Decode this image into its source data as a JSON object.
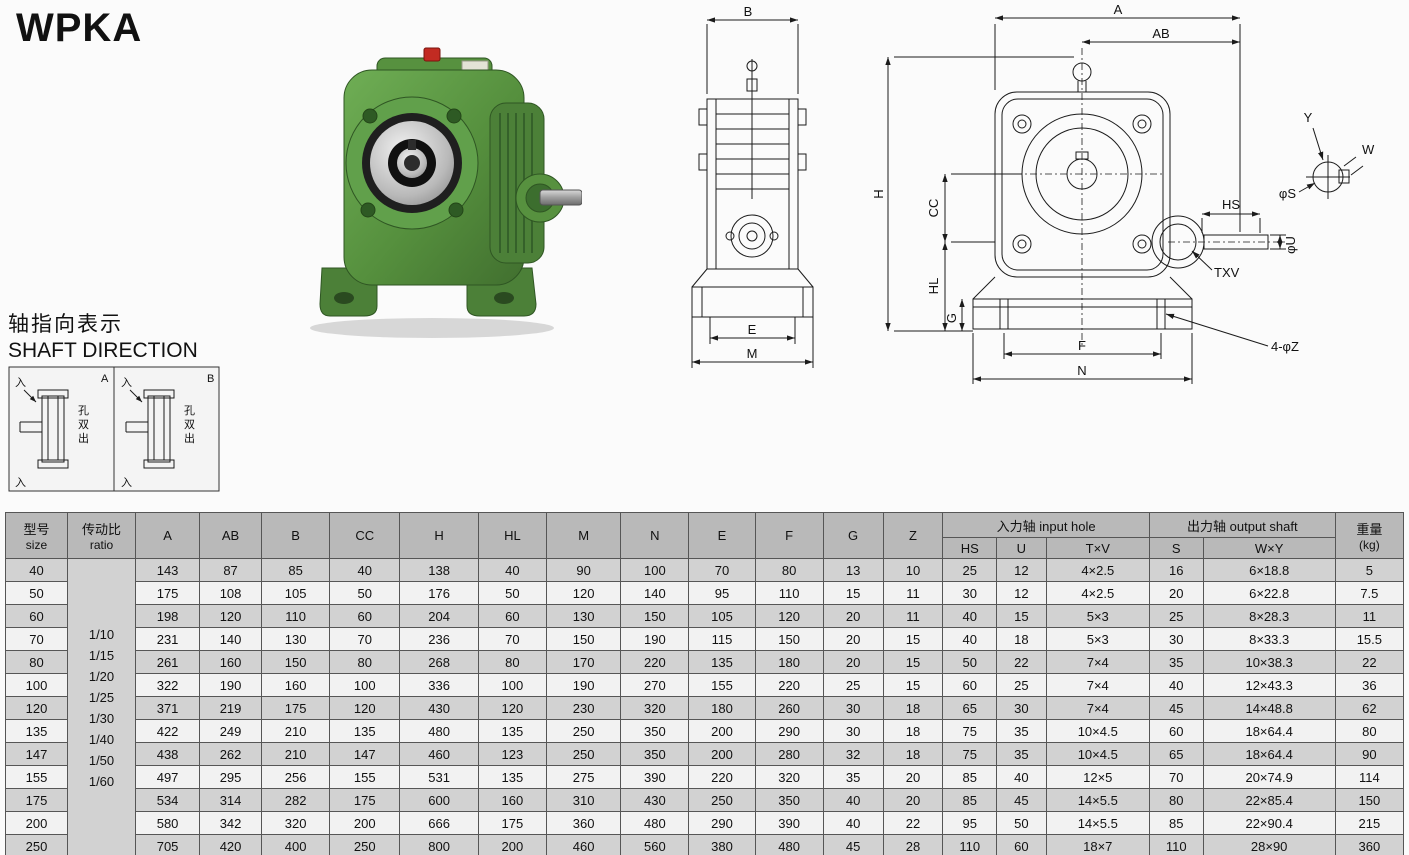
{
  "title": "WPKA",
  "shaft_direction": {
    "heading_cn": "轴指向表示",
    "heading_en": "SHAFT DIRECTION",
    "panel_a": {
      "label": "A",
      "in_top": "入",
      "in_bottom": "入",
      "side_chars": [
        "孔",
        "双",
        "出"
      ]
    },
    "panel_b": {
      "label": "B",
      "in_top": "入",
      "in_bottom": "入",
      "side_chars": [
        "孔",
        "双",
        "出"
      ]
    }
  },
  "drawings": {
    "side_view": {
      "b": "B",
      "e": "E",
      "m": "M"
    },
    "front_view": {
      "a": "A",
      "ab": "AB",
      "h": "H",
      "cc": "CC",
      "hl": "HL",
      "g": "G",
      "f": "F",
      "n": "N",
      "z": "4-φZ",
      "hs": "HS",
      "u": "φU",
      "txv": "TXV",
      "detail_y": "Y",
      "detail_w": "W",
      "detail_s": "φS"
    }
  },
  "table": {
    "headers": {
      "size_cn": "型号",
      "size_en": "size",
      "ratio_cn": "传动比",
      "ratio_en": "ratio",
      "dims": [
        "A",
        "AB",
        "B",
        "CC",
        "H",
        "HL",
        "M",
        "N",
        "E",
        "F",
        "G",
        "Z"
      ],
      "input_group": "入力轴 input hole",
      "input_sub": [
        "HS",
        "U",
        "T×V"
      ],
      "output_group": "出力轴 output shaft",
      "output_sub": [
        "S",
        "W×Y"
      ],
      "weight_cn": "重量",
      "weight_unit": "(kg)"
    },
    "ratios": [
      "1/10",
      "1/15",
      "1/20",
      "1/25",
      "1/30",
      "1/40",
      "1/50",
      "1/60"
    ],
    "rows": [
      [
        "40",
        "143",
        "87",
        "85",
        "40",
        "138",
        "40",
        "90",
        "100",
        "70",
        "80",
        "13",
        "10",
        "25",
        "12",
        "4×2.5",
        "16",
        "6×18.8",
        "5"
      ],
      [
        "50",
        "175",
        "108",
        "105",
        "50",
        "176",
        "50",
        "120",
        "140",
        "95",
        "110",
        "15",
        "11",
        "30",
        "12",
        "4×2.5",
        "20",
        "6×22.8",
        "7.5"
      ],
      [
        "60",
        "198",
        "120",
        "110",
        "60",
        "204",
        "60",
        "130",
        "150",
        "105",
        "120",
        "20",
        "11",
        "40",
        "15",
        "5×3",
        "25",
        "8×28.3",
        "11"
      ],
      [
        "70",
        "231",
        "140",
        "130",
        "70",
        "236",
        "70",
        "150",
        "190",
        "115",
        "150",
        "20",
        "15",
        "40",
        "18",
        "5×3",
        "30",
        "8×33.3",
        "15.5"
      ],
      [
        "80",
        "261",
        "160",
        "150",
        "80",
        "268",
        "80",
        "170",
        "220",
        "135",
        "180",
        "20",
        "15",
        "50",
        "22",
        "7×4",
        "35",
        "10×38.3",
        "22"
      ],
      [
        "100",
        "322",
        "190",
        "160",
        "100",
        "336",
        "100",
        "190",
        "270",
        "155",
        "220",
        "25",
        "15",
        "60",
        "25",
        "7×4",
        "40",
        "12×43.3",
        "36"
      ],
      [
        "120",
        "371",
        "219",
        "175",
        "120",
        "430",
        "120",
        "230",
        "320",
        "180",
        "260",
        "30",
        "18",
        "65",
        "30",
        "7×4",
        "45",
        "14×48.8",
        "62"
      ],
      [
        "135",
        "422",
        "249",
        "210",
        "135",
        "480",
        "135",
        "250",
        "350",
        "200",
        "290",
        "30",
        "18",
        "75",
        "35",
        "10×4.5",
        "60",
        "18×64.4",
        "80"
      ],
      [
        "147",
        "438",
        "262",
        "210",
        "147",
        "460",
        "123",
        "250",
        "350",
        "200",
        "280",
        "32",
        "18",
        "75",
        "35",
        "10×4.5",
        "65",
        "18×64.4",
        "90"
      ],
      [
        "155",
        "497",
        "295",
        "256",
        "155",
        "531",
        "135",
        "275",
        "390",
        "220",
        "320",
        "35",
        "20",
        "85",
        "40",
        "12×5",
        "70",
        "20×74.9",
        "114"
      ],
      [
        "175",
        "534",
        "314",
        "282",
        "175",
        "600",
        "160",
        "310",
        "430",
        "250",
        "350",
        "40",
        "20",
        "85",
        "45",
        "14×5.5",
        "80",
        "22×85.4",
        "150"
      ],
      [
        "200",
        "580",
        "342",
        "320",
        "200",
        "666",
        "175",
        "360",
        "480",
        "290",
        "390",
        "40",
        "22",
        "95",
        "50",
        "14×5.5",
        "85",
        "22×90.4",
        "215"
      ],
      [
        "250",
        "705",
        "420",
        "400",
        "250",
        "800",
        "200",
        "460",
        "560",
        "380",
        "480",
        "45",
        "28",
        "110",
        "60",
        "18×7",
        "110",
        "28×90",
        "360"
      ]
    ]
  }
}
